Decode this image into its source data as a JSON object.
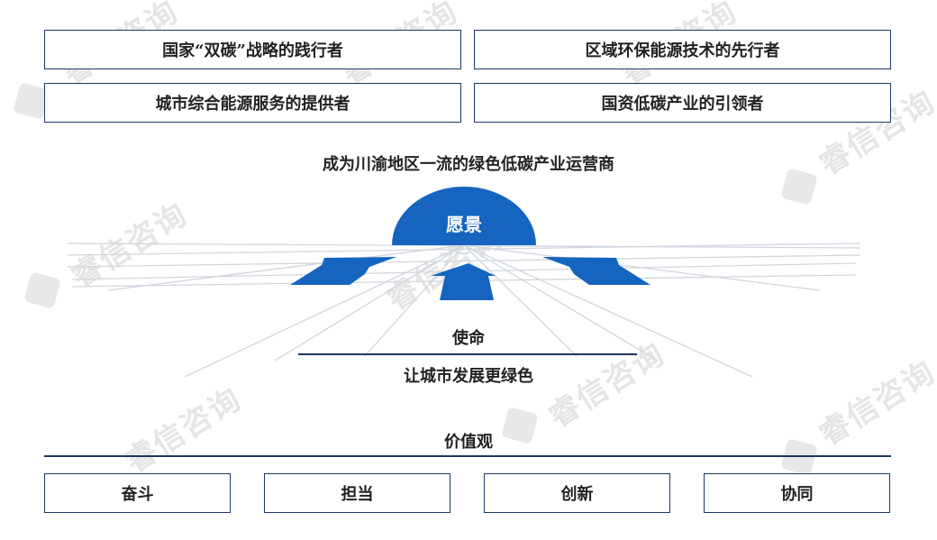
{
  "positioning": [
    "国家“双碳”战略的践行者",
    "区域环保能源技术的先行者",
    "城市综合能源服务的提供者",
    "国资低碳产业的引领者"
  ],
  "vision_statement": "成为川渝地区一流的绿色低碳产业运营商",
  "vision_label": "愿景",
  "mission_label": "使命",
  "mission_text": "让城市发展更绿色",
  "values_label": "价值观",
  "values": [
    "奋斗",
    "担当",
    "创新",
    "协同"
  ],
  "watermark": "睿信咨询",
  "colors": {
    "accent": "#1565c0",
    "border": "#1f3864"
  }
}
